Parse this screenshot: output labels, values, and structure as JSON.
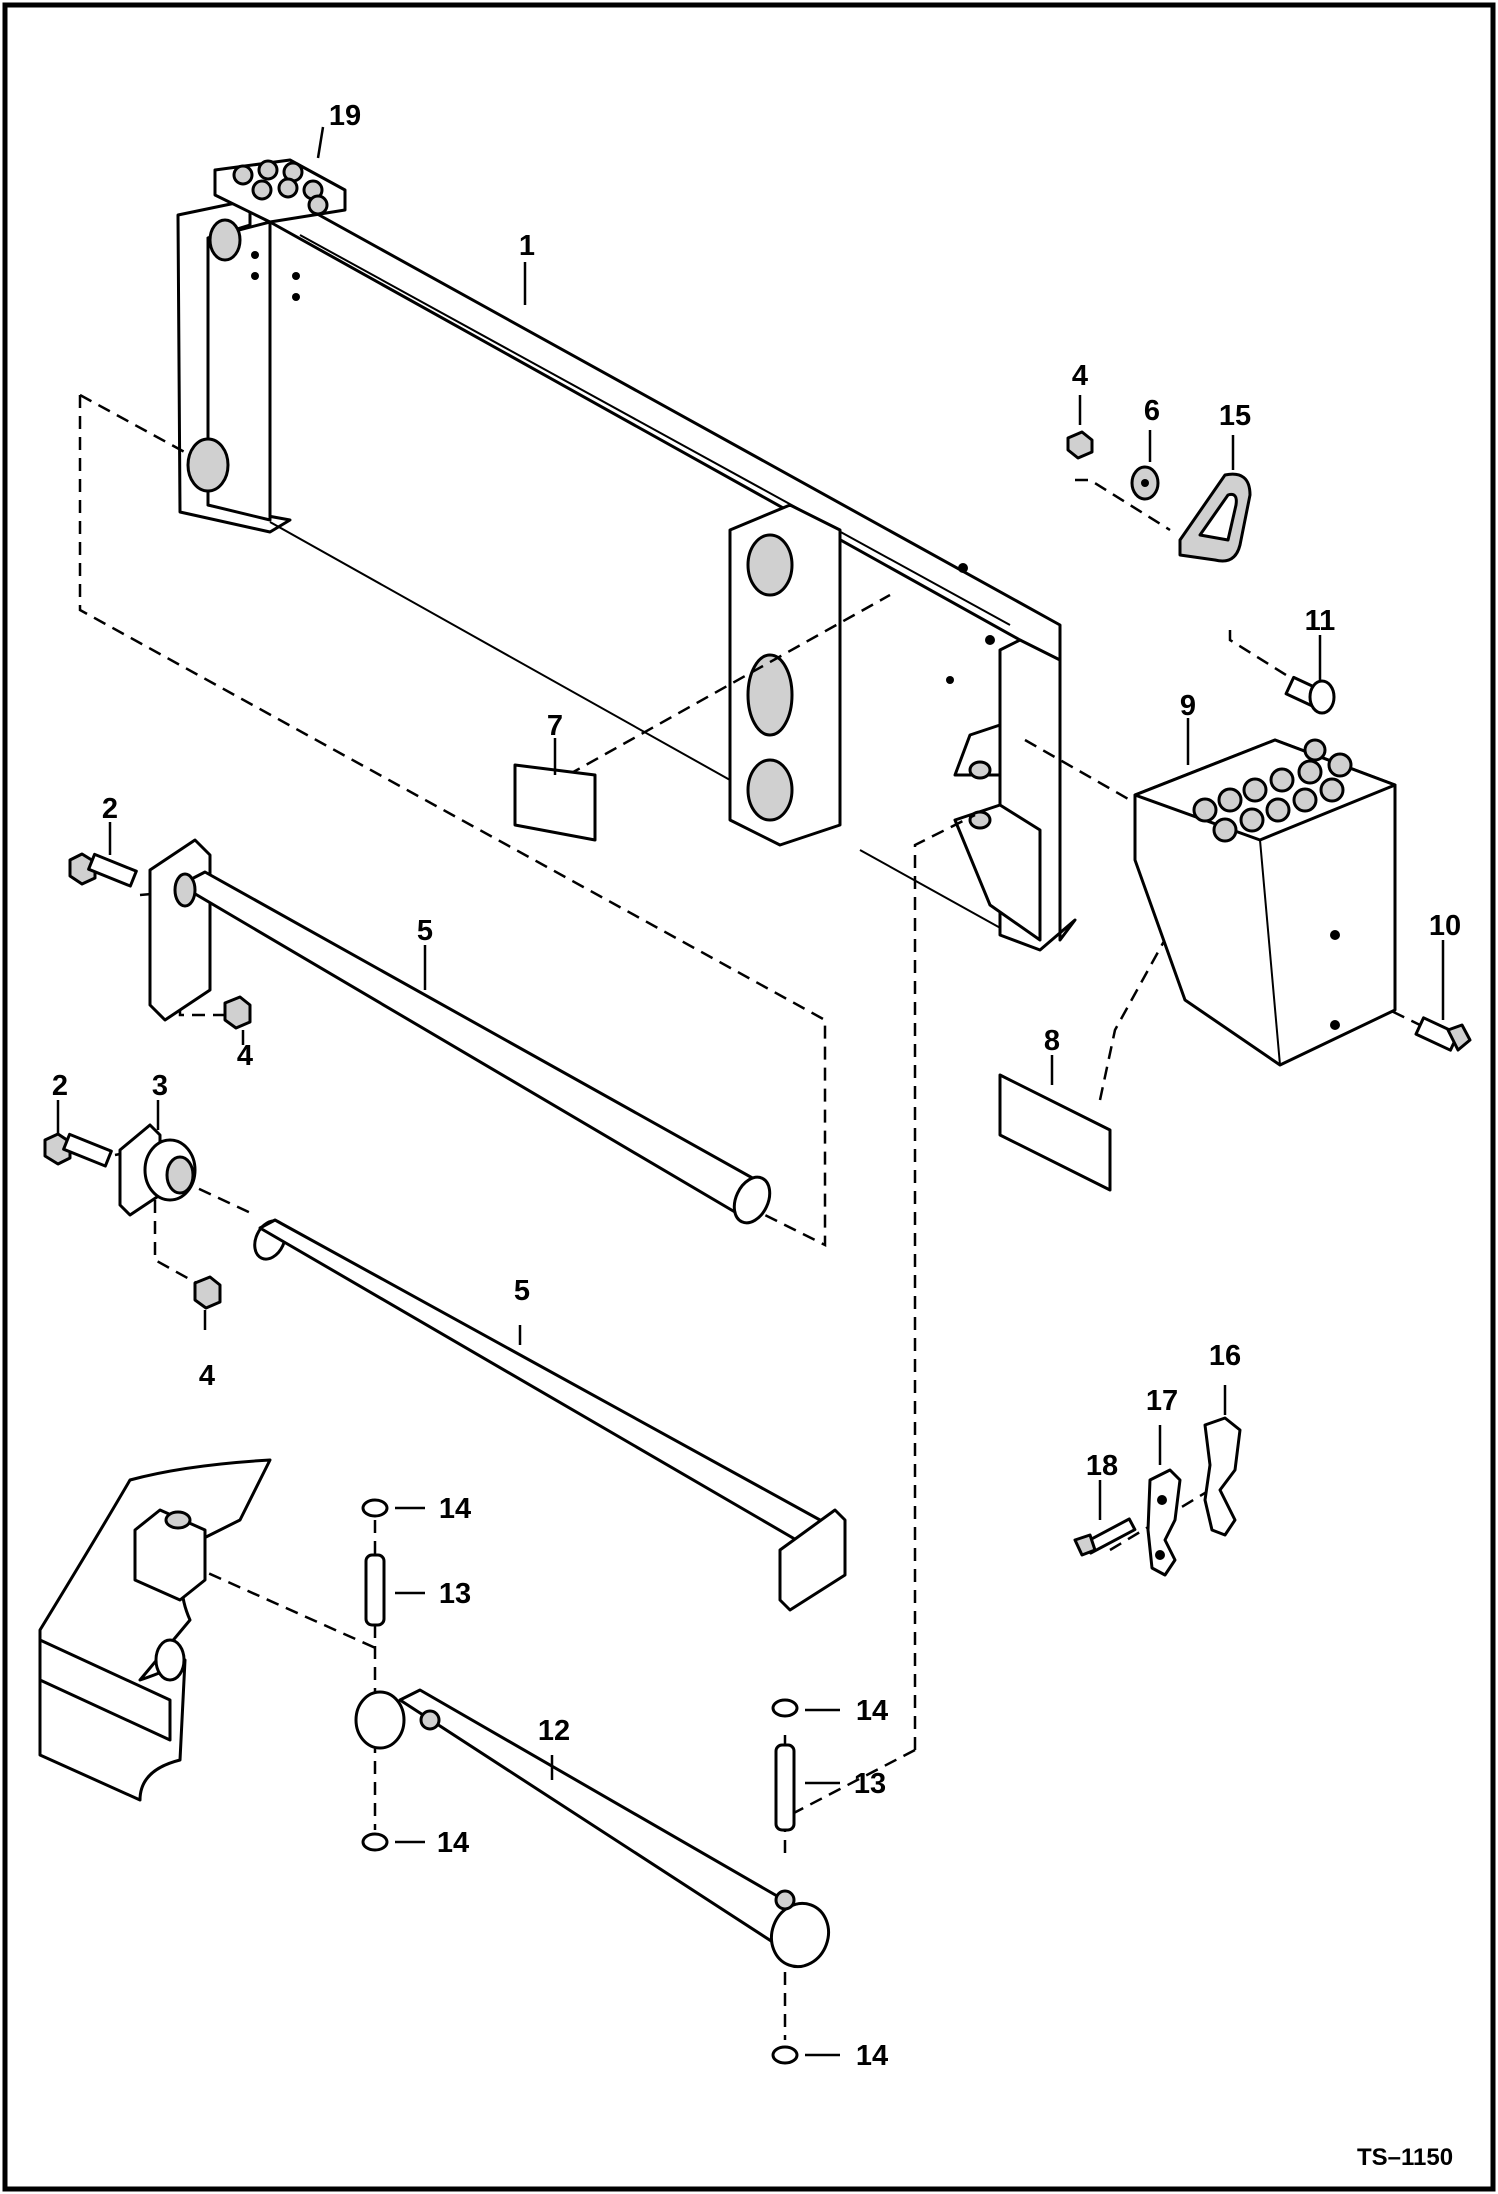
{
  "callouts": [
    {
      "id": "c19",
      "label": "19"
    },
    {
      "id": "c1",
      "label": "1"
    },
    {
      "id": "c4a",
      "label": "4"
    },
    {
      "id": "c6",
      "label": "6"
    },
    {
      "id": "c15",
      "label": "15"
    },
    {
      "id": "c11",
      "label": "11"
    },
    {
      "id": "c7",
      "label": "7"
    },
    {
      "id": "c9",
      "label": "9"
    },
    {
      "id": "c2a",
      "label": "2"
    },
    {
      "id": "c5a",
      "label": "5"
    },
    {
      "id": "c10",
      "label": "10"
    },
    {
      "id": "c4b",
      "label": "4"
    },
    {
      "id": "c8",
      "label": "8"
    },
    {
      "id": "c2b",
      "label": "2"
    },
    {
      "id": "c3",
      "label": "3"
    },
    {
      "id": "c5b",
      "label": "5"
    },
    {
      "id": "c4c",
      "label": "4"
    },
    {
      "id": "c16",
      "label": "16"
    },
    {
      "id": "c17",
      "label": "17"
    },
    {
      "id": "c18",
      "label": "18"
    },
    {
      "id": "c14a",
      "label": "14"
    },
    {
      "id": "c13a",
      "label": "13"
    },
    {
      "id": "c14b",
      "label": "14"
    },
    {
      "id": "c12",
      "label": "12"
    },
    {
      "id": "c13b",
      "label": "13"
    },
    {
      "id": "c14c",
      "label": "14"
    },
    {
      "id": "c14d",
      "label": "14"
    }
  ],
  "figure_id": "TS–1150"
}
